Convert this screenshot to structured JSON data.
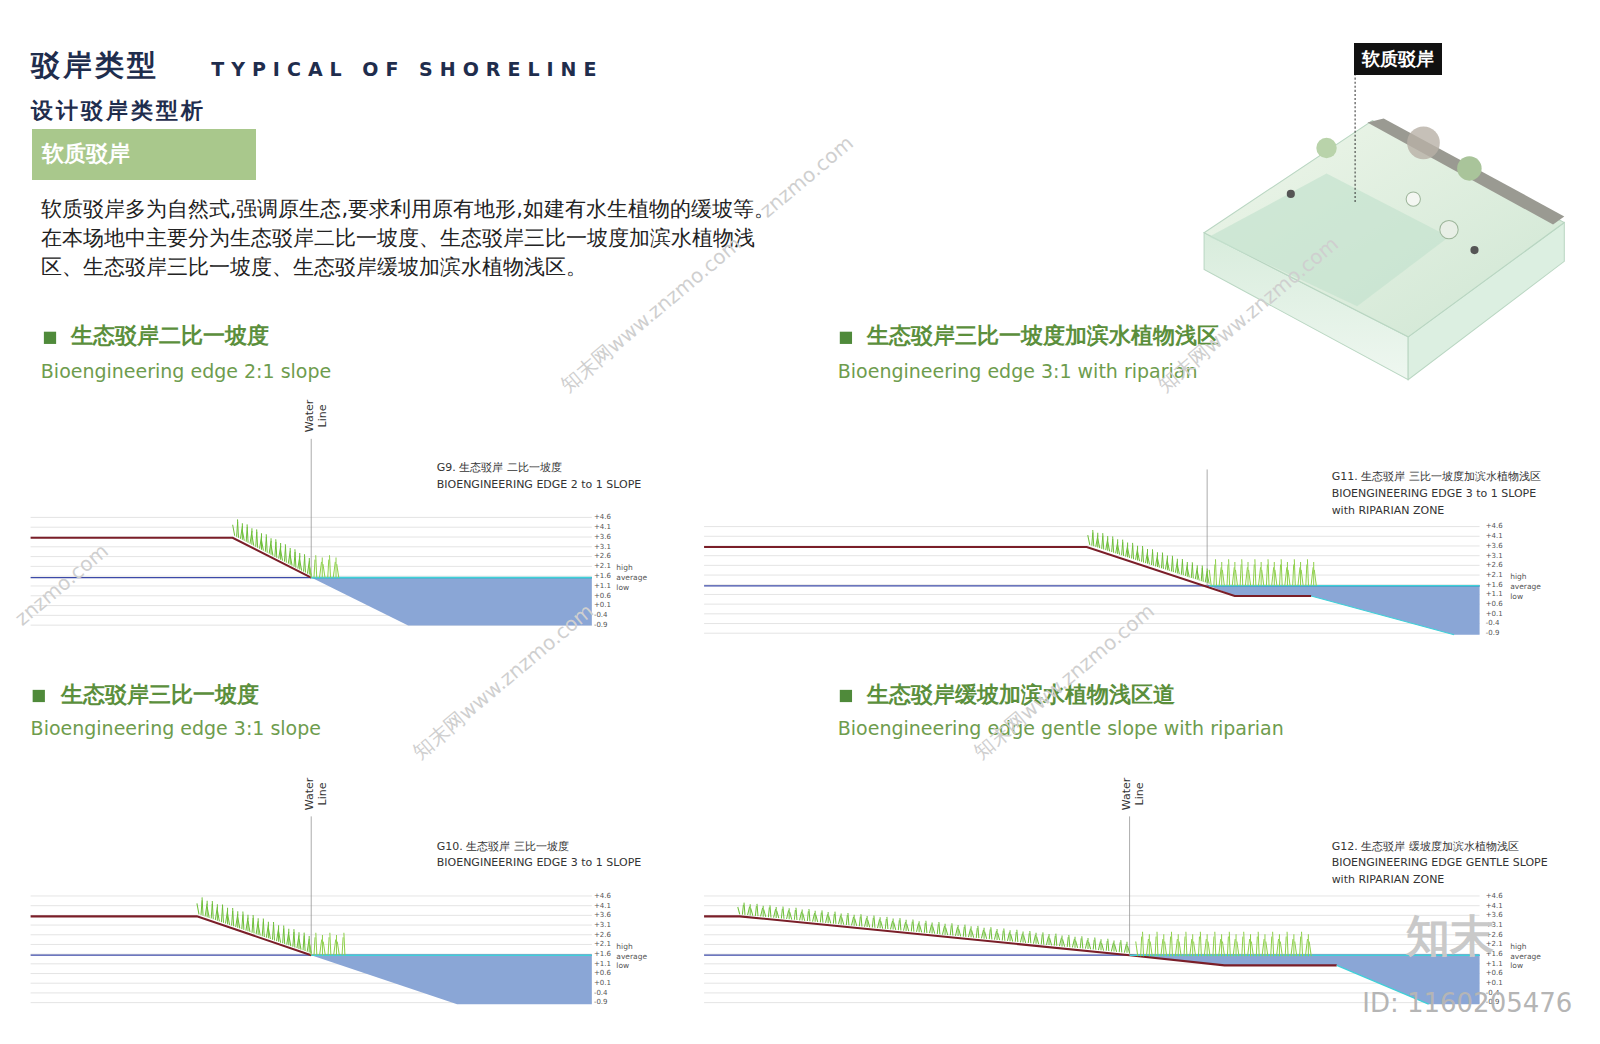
{
  "diagram": {
    "title": "驳岸类型",
    "nodes": [
      {
        "text": [
          "软质驳岸"
        ]
      },
      {
        "text": [
          "软质驳岸"
        ]
      }
    ],
    "labels": [
      "TYPICAL OF SHORELINE",
      "设计驳岸类型析",
      "软质驳岸多为自然式,强调原生态,要求利用原有地形,如建有水生植物的缓坡等。在本场地中主要分为生态驳岸二比一坡度、生态驳岸三比一坡度加滨水植物浅区、生态驳岸三比一坡度、生态驳岸缓坡加滨水植物浅区。",
      "生态驳岸二比一坡度",
      "Bioengineering edge 2:1 slope",
      "生态驳岸三比一坡度加滨水植物浅区",
      "Bioengineering edge 3:1 with riparian",
      "生态驳岸三比一坡度",
      "Bioengineering edge 3:1 slope",
      "生态驳岸缓坡加滨水植物浅区道",
      "Bioengineering edge gentle slope with riparian",
      "Water Line",
      "G9. 生态驳岸 二比一坡度",
      "BIOENGINEERING EDGE 2 to 1 SLOPE",
      "+4.6",
      "+4.1",
      "+3.6",
      "+3.1",
      "+2.6",
      "+2.1",
      "+1.6",
      "+1.1",
      "+0.6",
      "+0.1",
      "-0.4",
      "-0.9",
      "high",
      "average",
      "low",
      "G11. 生态驳岸 三比一坡度加滨水植物浅区",
      "BIOENGINEERING EDGE 3 to 1 SLOPE",
      "with RIPARIAN ZONE",
      "+4.6",
      "+4.1",
      "+3.6",
      "+3.1",
      "+2.6",
      "+2.1",
      "+1.6",
      "+1.1",
      "+0.6",
      "+0.1",
      "-0.4",
      "-0.9",
      "high",
      "average",
      "low",
      "Water Line",
      "G10. 生态驳岸 三比一坡度",
      "BIOENGINEERING EDGE 3 to 1 SLOPE",
      "+4.6",
      "+4.1",
      "+3.6",
      "+3.1",
      "+2.6",
      "+2.1",
      "+1.6",
      "+1.1",
      "+0.6",
      "+0.1",
      "-0.4",
      "-0.9",
      "high",
      "average",
      "low",
      "Water Line",
      "G12. 生态驳岸 缓坡度加滨水植物浅区",
      "BIOENGINEERING EDGE GENTLE SLOPE",
      "with RIPARIAN ZONE",
      "+4.6",
      "+4.1",
      "+3.6",
      "+3.1",
      "+2.6",
      "+2.1",
      "+1.6",
      "+1.1",
      "+0.6",
      "+0.1",
      "-0.4",
      "-0.9",
      "high",
      "average",
      "low",
      "知末",
      "ID: 1160205476",
      "知末网www.znzmo.com",
      "知末网www.znzmo.com",
      "知末网www.znzmo.com",
      "知末网www.znzmo.com",
      "znzmo.com",
      "znzmo.com"
    ]
  }
}
